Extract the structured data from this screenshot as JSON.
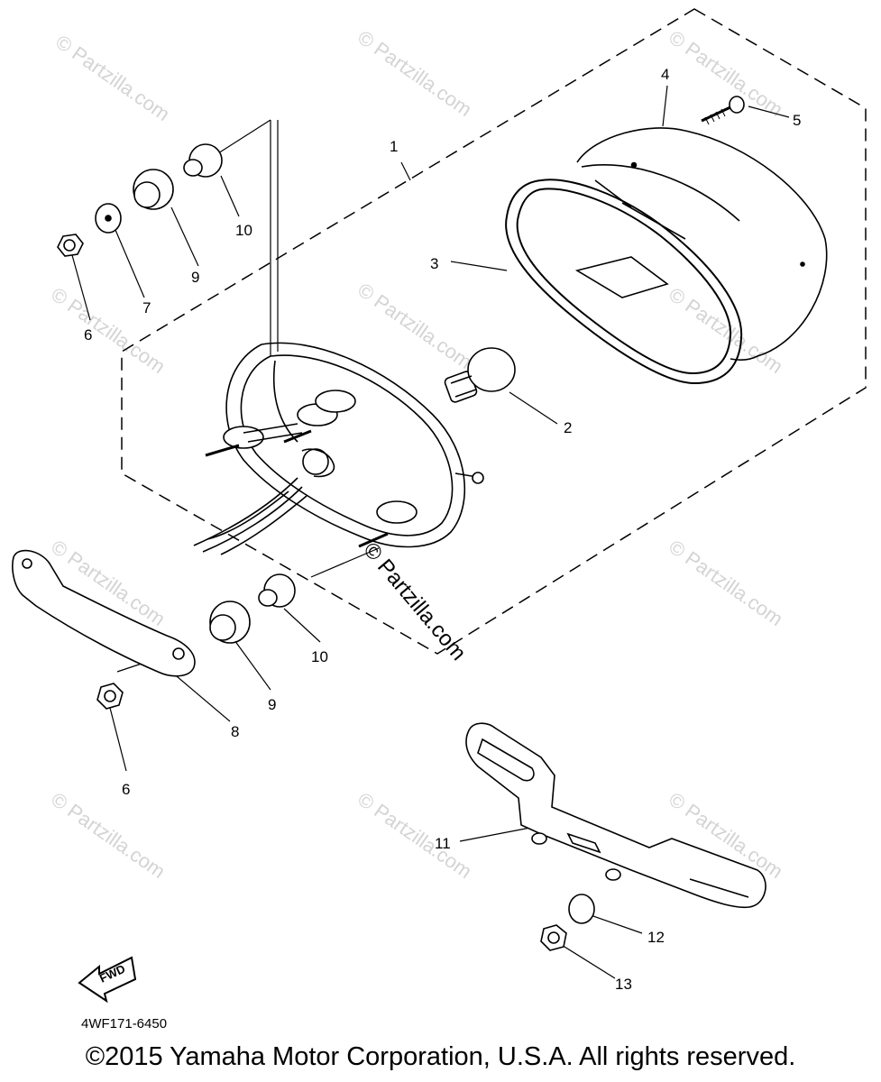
{
  "diagram": {
    "callouts": {
      "c1": "1",
      "c2": "2",
      "c3": "3",
      "c4": "4",
      "c5": "5",
      "c6a": "6",
      "c6b": "6",
      "c7": "7",
      "c8": "8",
      "c9a": "9",
      "c9b": "9",
      "c10a": "10",
      "c10b": "10",
      "c11": "11",
      "c12": "12",
      "c13": "13"
    },
    "watermark": "© Partzilla.com",
    "fwd_label": "FWD",
    "diagram_code": "4WF171-6450"
  },
  "footer": {
    "copyright": "©2015 Yamaha Motor Corporation, U.S.A. All rights reserved."
  }
}
